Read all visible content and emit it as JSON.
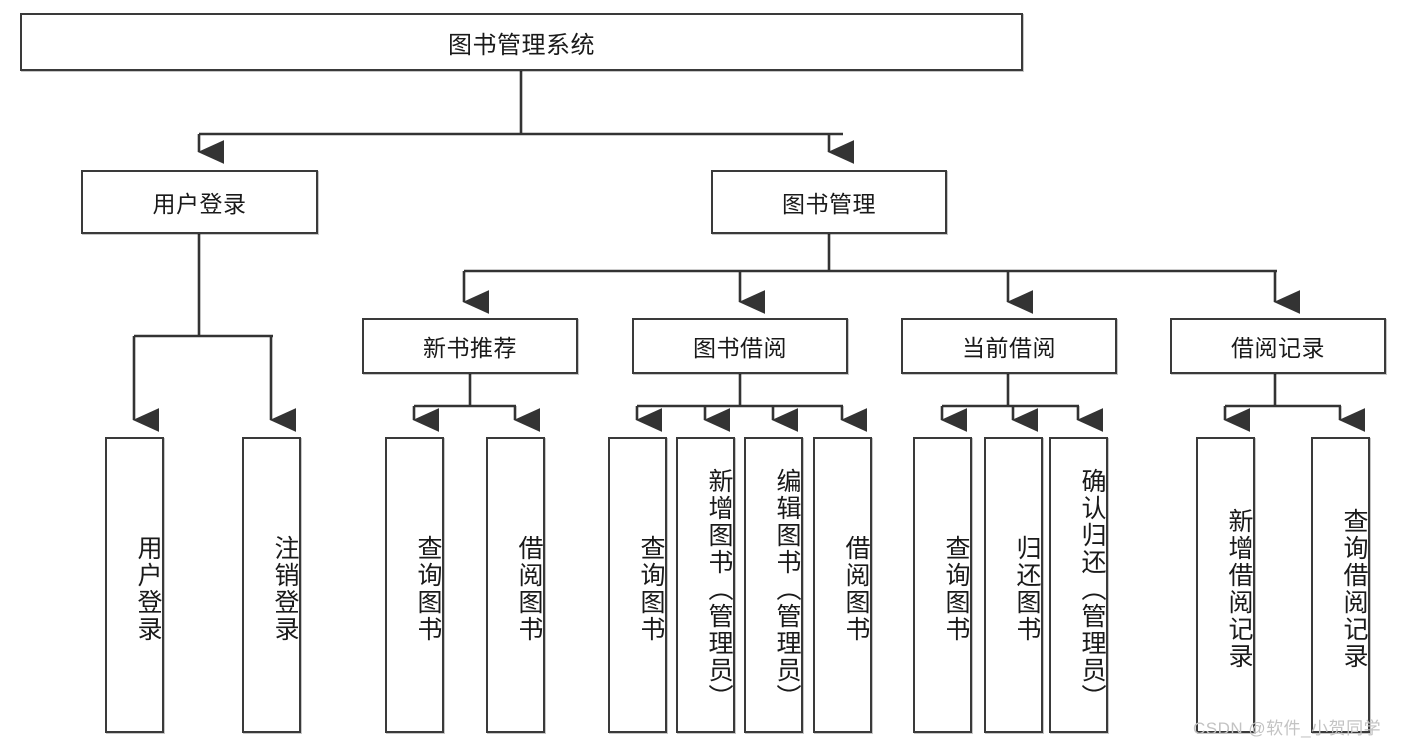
{
  "diagram": {
    "type": "tree-hierarchy-chart",
    "title": "图书管理系统",
    "colors": {
      "background": "#ffffff",
      "box_border": "#3a3a3a",
      "box_fill": "#ffffff",
      "text": "#1a1a1a",
      "edge": "#333333",
      "watermark": "#c3c3c3"
    },
    "root": {
      "label": "图书管理系统"
    },
    "level2": [
      {
        "label": "用户登录"
      },
      {
        "label": "图书管理"
      }
    ],
    "level3": [
      {
        "label": "新书推荐"
      },
      {
        "label": "图书借阅"
      },
      {
        "label": "当前借阅"
      },
      {
        "label": "借阅记录"
      }
    ],
    "leaves_user_login": [
      {
        "label": "用户登录"
      },
      {
        "label": "注销登录"
      }
    ],
    "leaves_new_book": [
      {
        "label": "查询图书"
      },
      {
        "label": "借阅图书"
      }
    ],
    "leaves_borrow": [
      {
        "label": "查询图书"
      },
      {
        "label": "新增图书（管理员）"
      },
      {
        "label": "编辑图书（管理员）"
      },
      {
        "label": "借阅图书"
      }
    ],
    "leaves_current": [
      {
        "label": "查询图书"
      },
      {
        "label": "归还图书"
      },
      {
        "label": "确认归还（管理员）"
      }
    ],
    "leaves_record": [
      {
        "label": "新增借阅记录"
      },
      {
        "label": "查询借阅记录"
      }
    ],
    "watermark": "CSDN @软件_小贺同学"
  }
}
